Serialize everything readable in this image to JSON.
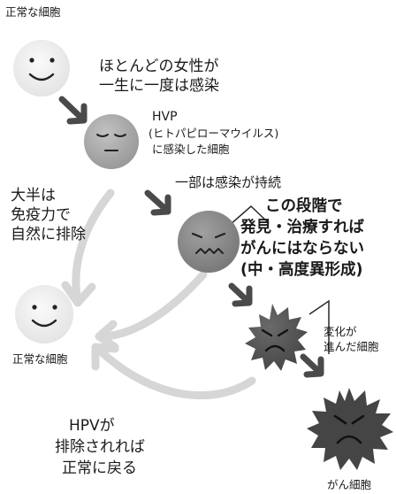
{
  "labels": {
    "normal_cell_top": "正常な細胞",
    "most_women_line1": "ほとんどの女性が",
    "most_women_line2": "一生に一度は感染",
    "hvp": "HVP",
    "hvp_paren": "(ヒトパピローマウイルス)",
    "hvp_infected": "に感染した細胞",
    "partial_persist": "一部は感染が持続",
    "majority_line1": "大半は",
    "majority_line2": "免疫力で",
    "majority_line3": "自然に排除",
    "detect_line1": "この段階で",
    "detect_line2": "発見・治療すれば",
    "detect_line3": "がんにはならない",
    "detect_line4": "(中・高度異形成)",
    "normal_cell_mid": "正常な細胞",
    "changed_line1": "変化が",
    "changed_line2": "進んだ細胞",
    "hpv_remove_line1": "HPVが",
    "hpv_remove_line2": "排除されれば",
    "hpv_remove_line3": "正常に戻る",
    "cancer_cell": "がん細胞"
  },
  "colors": {
    "arrow_dark": "#4a4a4a",
    "arrow_light": "#d8d8d8",
    "cell_white": "#eeeeee",
    "cell_gray": "#a8a8a8",
    "cell_dark": "#555555",
    "cell_darker": "#4a4a4a",
    "face_line": "#222222"
  }
}
